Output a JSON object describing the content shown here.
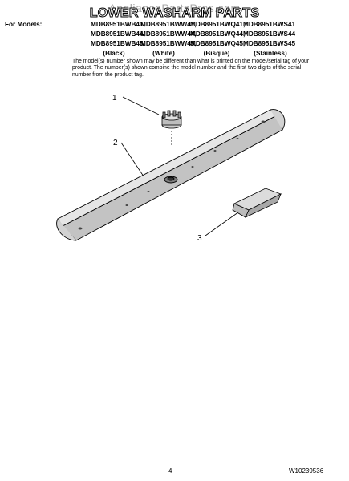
{
  "header": {
    "watermark": "AppliancePartsPros.com",
    "title": "LOWER WASHARM PARTS"
  },
  "models": {
    "lead": "For Models:",
    "rows": [
      [
        "MDB8951BWB41,",
        "MDB8951BWW41,",
        "MDB8951BWQ41,",
        "MDB8951BWS41"
      ],
      [
        "MDB8951BWB44,",
        "MDB8951BWW44,",
        "MDB8951BWQ44,",
        "MDB8951BWS44"
      ],
      [
        "MDB8951BWB45,",
        "MDB8951BWW45,",
        "MDB8951BWQ45,",
        "MDB8951BWS45"
      ]
    ],
    "colors": [
      "(Black)",
      "(White)",
      "(Bisque)",
      "(Stainless)"
    ]
  },
  "note": "The model(s) number shown may be different than what is printed on the model/serial tag of your product. The number(s) shown combine the model number and the first two digits of the serial number from the product tag.",
  "callouts": [
    "1",
    "2",
    "3"
  ],
  "footer": {
    "page_number": "4",
    "document_number": "W10239536"
  }
}
